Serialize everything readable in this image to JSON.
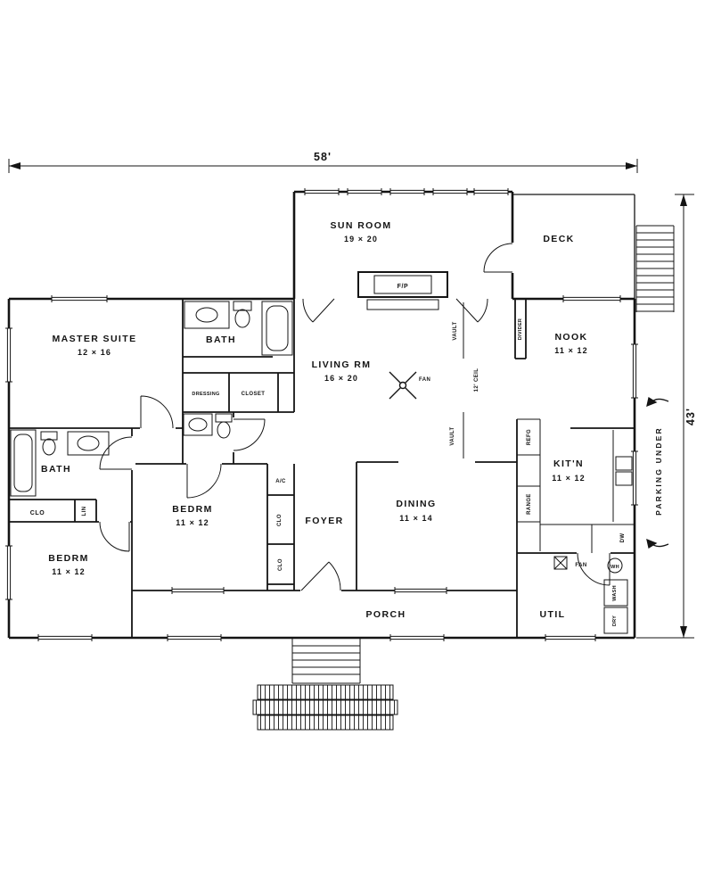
{
  "plan": {
    "dimensions": {
      "width": "58'",
      "depth": "43'"
    },
    "rooms": {
      "sun_room": {
        "name": "SUN ROOM",
        "size": "19 × 20"
      },
      "deck": {
        "name": "DECK"
      },
      "master_suite": {
        "name": "MASTER SUITE",
        "size": "12 × 16"
      },
      "bath_upper": {
        "name": "BATH"
      },
      "nook": {
        "name": "NOOK",
        "size": "11 × 12"
      },
      "living_rm": {
        "name": "LIVING RM",
        "size": "16 × 20"
      },
      "dressing": {
        "name": "DRESSING"
      },
      "closet": {
        "name": "CLOSET"
      },
      "bath_lower": {
        "name": "BATH"
      },
      "bedrm_mid": {
        "name": "BEDRM",
        "size": "11 × 12"
      },
      "bedrm_lower": {
        "name": "BEDRM",
        "size": "11 × 12"
      },
      "foyer": {
        "name": "FOYER"
      },
      "dining": {
        "name": "DINING",
        "size": "11 × 14"
      },
      "kitchen": {
        "name": "KIT'N",
        "size": "11 × 12"
      },
      "porch": {
        "name": "PORCH"
      },
      "util": {
        "name": "UTIL"
      }
    },
    "annotations": {
      "fireplace": "F/P",
      "fan_living": "FAN",
      "fan_util": "FAN",
      "vault_upper": "VAULT",
      "vault_lower": "VAULT",
      "ceiling": "12' CEIL",
      "divider": "DIVIDER",
      "ac": "A/C",
      "clo_hall": "CLO",
      "clo_linen": "LIN",
      "clo_mid_upper": "CLO",
      "clo_mid_lower": "CLO",
      "refrigerator": "REFG",
      "range": "RANGE",
      "dishwasher": "DW",
      "washer": "WASH",
      "dryer": "DRY",
      "water_heater": "WH",
      "parking": "PARKING UNDER"
    }
  }
}
